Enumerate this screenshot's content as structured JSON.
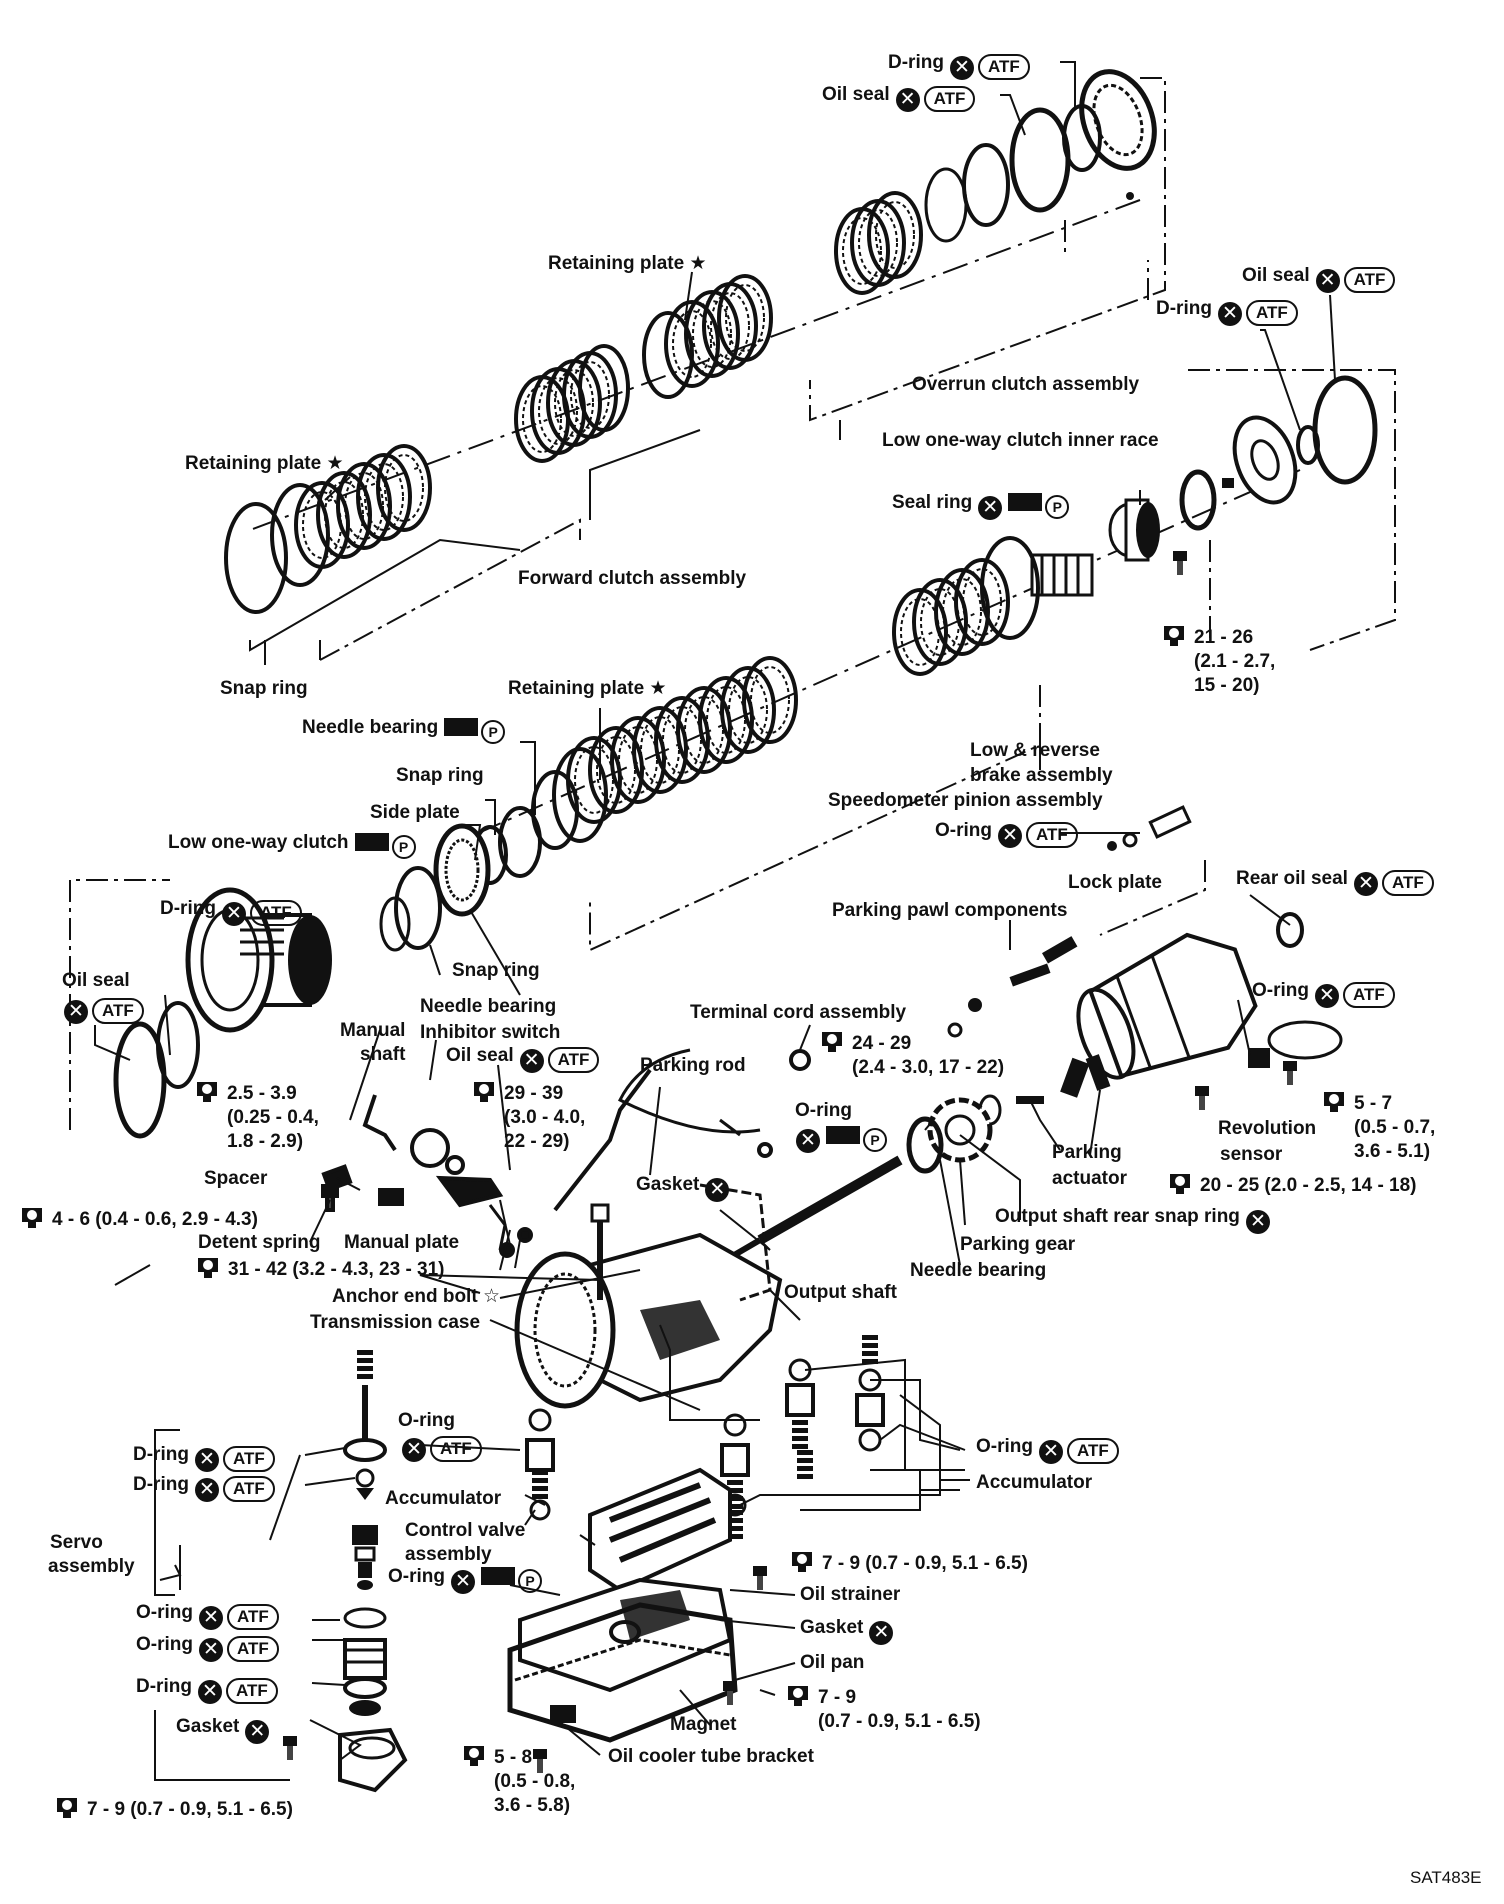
{
  "labels": {
    "d_ring_top": "D-ring",
    "oil_seal_top": "Oil seal",
    "retaining_plate_1": "Retaining plate",
    "oil_seal_right": "Oil seal",
    "d_ring_right": "D-ring",
    "overrun_clutch": "Overrun clutch assembly",
    "low_oneway_inner_race": "Low one-way clutch inner race",
    "retaining_plate_2": "Retaining plate",
    "seal_ring": "Seal ring",
    "forward_clutch": "Forward clutch assembly",
    "snap_ring_1": "Snap ring",
    "retaining_plate_3": "Retaining plate",
    "needle_bearing_1": "Needle bearing",
    "snap_ring_2": "Snap ring",
    "side_plate": "Side plate",
    "low_reverse_brake": "Low & reverse",
    "low_reverse_brake_2": "brake assembly",
    "speedometer_pinion": "Speedometer pinion assembly",
    "low_oneway_clutch": "Low one-way clutch",
    "o_ring_speedo": "O-ring",
    "lock_plate": "Lock plate",
    "rear_oil_seal": "Rear oil seal",
    "d_ring_left": "D-ring",
    "parking_pawl": "Parking pawl components",
    "oil_seal_left": "Oil seal",
    "snap_ring_3": "Snap ring",
    "needle_bearing_2": "Needle bearing",
    "o_ring_rear": "O-ring",
    "terminal_cord": "Terminal cord assembly",
    "manual_shaft": "Manual",
    "manual_shaft_2": "shaft",
    "inhibitor_switch": "Inhibitor switch",
    "oil_seal_manual": "Oil seal",
    "parking_rod": "Parking rod",
    "o_ring_mid": "O-ring",
    "revolution_sensor": "Revolution",
    "revolution_sensor_2": "sensor",
    "parking_actuator": "Parking",
    "parking_actuator_2": "actuator",
    "spacer": "Spacer",
    "gasket_case": "Gasket",
    "output_snap_ring": "Output shaft rear snap ring",
    "detent_spring": "Detent spring",
    "manual_plate": "Manual plate",
    "parking_gear": "Parking gear",
    "needle_bearing_3": "Needle bearing",
    "anchor_end_bolt": "Anchor end bolt",
    "output_shaft": "Output shaft",
    "transmission_case": "Transmission case",
    "o_ring_acc": "O-ring",
    "o_ring_right_acc": "O-ring",
    "d_ring_servo_1": "D-ring",
    "d_ring_servo_2": "D-ring",
    "accumulator_left": "Accumulator",
    "accumulator_right": "Accumulator",
    "control_valve": "Control valve",
    "control_valve_2": "assembly",
    "servo": "Servo",
    "servo_2": "assembly",
    "o_ring_cv": "O-ring",
    "oil_strainer": "Oil strainer",
    "o_ring_servo_1": "O-ring",
    "o_ring_servo_2": "O-ring",
    "gasket_pan": "Gasket",
    "oil_pan": "Oil pan",
    "d_ring_servo_3": "D-ring",
    "magnet": "Magnet",
    "gasket_servo": "Gasket",
    "oil_cooler_bracket": "Oil cooler tube bracket"
  },
  "symbols": {
    "atf": "ATF",
    "x": "✕",
    "p": "P",
    "star": "★",
    "star_open": "☆"
  },
  "torques": {
    "t1": "21 - 26",
    "t1b": "(2.1 - 2.7,",
    "t1c": "15 - 20)",
    "t2": "24 - 29",
    "t2b": "(2.4 - 3.0, 17 - 22)",
    "t3": "2.5 - 3.9",
    "t3b": "(0.25 - 0.4,",
    "t3c": "1.8 - 2.9)",
    "t4": "29 - 39",
    "t4b": "(3.0 - 4.0,",
    "t4c": "22 - 29)",
    "t5": "5 - 7",
    "t5b": "(0.5 - 0.7,",
    "t5c": "3.6 - 5.1)",
    "t6": "20 - 25 (2.0 - 2.5, 14 - 18)",
    "t7": "4 - 6 (0.4 - 0.6, 2.9 - 4.3)",
    "t8": "31 - 42 (3.2 - 4.3, 23 - 31)",
    "t9": "7 - 9 (0.7 - 0.9, 5.1 - 6.5)",
    "t10": "7 - 9",
    "t10b": "(0.7 - 0.9, 5.1 - 6.5)",
    "t11": "5 - 8",
    "t11b": "(0.5 - 0.8,",
    "t11c": "3.6 - 5.8)",
    "t12": "7 - 9 (0.7 - 0.9, 5.1 - 6.5)"
  },
  "figure_ref": "SAT483E"
}
